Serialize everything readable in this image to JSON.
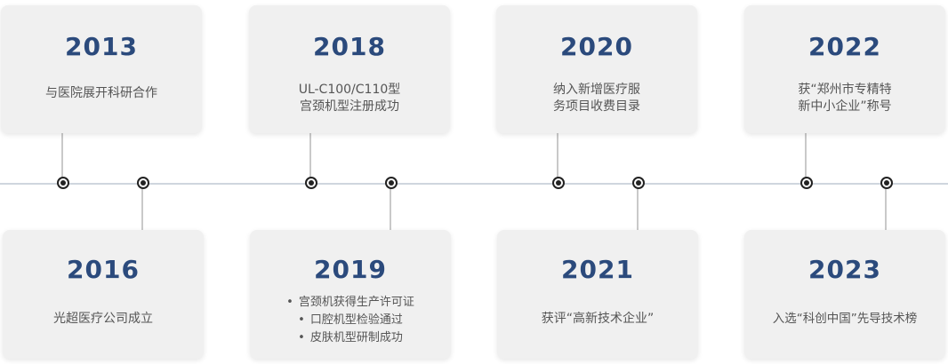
{
  "timeline": {
    "milestones": [
      {
        "year": "2013",
        "lines": [
          "与医院展开科研合作"
        ]
      },
      {
        "year": "2016",
        "lines": [
          "光超医疗公司成立"
        ]
      },
      {
        "year": "2018",
        "lines": [
          "UL-C100/C110型",
          "宫颈机型注册成功"
        ]
      },
      {
        "year": "2019",
        "bullets": [
          "宫颈机获得生产许可证",
          "口腔机型检验通过",
          "皮肤机型研制成功"
        ]
      },
      {
        "year": "2020",
        "lines": [
          "纳入新增医疗服",
          "务项目收费目录"
        ]
      },
      {
        "year": "2021",
        "lines": [
          "获评“高新技术企业”"
        ]
      },
      {
        "year": "2022",
        "lines": [
          "获“郑州市专精特",
          "新中小企业”称号"
        ]
      },
      {
        "year": "2023",
        "lines": [
          "入选“科创中国”先导技术榜"
        ]
      }
    ]
  },
  "colors": {
    "year": "#2b4a7c",
    "card_bg": "#f0f0f0",
    "axis": "#cfd6de",
    "node": "#222222"
  }
}
